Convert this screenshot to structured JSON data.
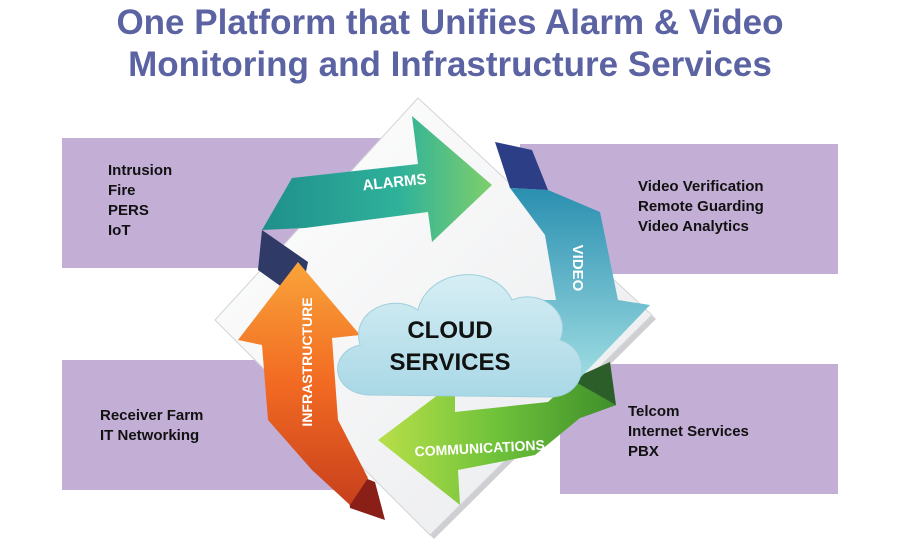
{
  "title": {
    "line1": "One Platform that Unifies Alarm & Video",
    "line2": "Monitoring and Infrastructure Services"
  },
  "bands": {
    "alarms": [
      "Intrusion",
      "Fire",
      "PERS",
      "IoT"
    ],
    "video": [
      "Video Verification",
      "Remote Guarding",
      "Video Analytics"
    ],
    "infrastructure": [
      "Receiver Farm",
      "IT Networking"
    ],
    "communications": [
      "Telcom",
      "Internet Services",
      "PBX"
    ]
  },
  "arrows": {
    "alarms": "ALARMS",
    "video": "VIDEO",
    "communications": "COMMUNICATIONS",
    "infrastructure": "INFRASTRUCTURE"
  },
  "cloud": {
    "line1": "CLOUD",
    "line2": "SERVICES"
  },
  "colors": {
    "title": "#5b63a3",
    "band": "#c3aed6",
    "alarms_arrow": "#2aa9a4",
    "video_arrow": "#3fb5c4",
    "communications_arrow": "#6bbf3a",
    "infrastructure_arrow": "#f26a22",
    "cloud": "#bfe3ec"
  }
}
